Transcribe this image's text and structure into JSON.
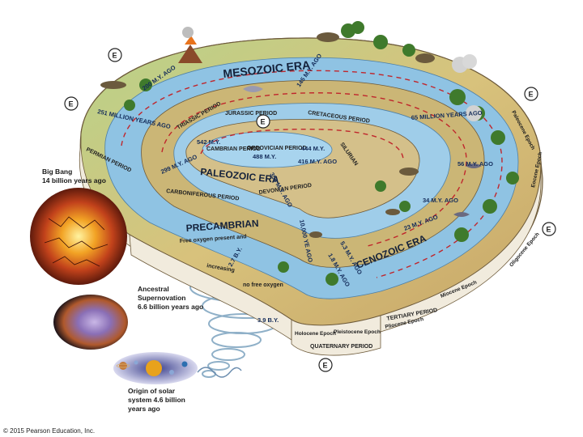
{
  "eras": {
    "mesozoic": "MESOZOIC ERA",
    "paleozoic": "PALEOZOIC ERA",
    "precambrian": "PRECAMBRIAN",
    "cenozoic": "CENOZOIC ERA"
  },
  "periods": {
    "jurassic": "JURASSIC PERIOD",
    "cretaceous": "CRETACEOUS PERIOD",
    "triassic": "TRIASSIC PERIOD",
    "permian": "PERMIAN PERIOD",
    "carboniferous": "CARBONIFEROUS PERIOD",
    "devonian": "DEVONIAN PERIOD",
    "silurian": "SILURIAN",
    "ordovician": "ORDOVICIAN PERIOD",
    "cambrian": "CAMBRIAN PERIOD",
    "tertiary": "TERTIARY PERIOD",
    "quaternary": "QUATERNARY PERIOD"
  },
  "epochs": {
    "paleocene": "Paleocene Epoch",
    "eocene": "Eocene Epoch",
    "oligocene": "Oligocene Epoch",
    "miocene": "Miocene Epoch",
    "pliocene": "Pliocene Epoch",
    "pleistocene": "Pleistocene Epoch",
    "holocene": "Holocene Epoch"
  },
  "ages": {
    "a200": "200 M.Y. AGO",
    "a145": "145 M.Y. AGO",
    "a251": "251 MILLION YEARS AGO",
    "a65": "65 MILLION YEARS AGO",
    "a56": "56 M.Y. AGO",
    "a34": "34 M.Y. AGO",
    "a23": "23 M.Y. AGO",
    "a5_3": "5.3 M.Y. AGO",
    "a1_8": "1.8 M.Y. AGO",
    "a10000": "10,000 YE AGO",
    "a299": "299 M.Y. AGO",
    "a359": "359 M.Y. AGO",
    "a416": "416 M.Y. AGO",
    "a444": "444 M.Y.",
    "a488": "488 M.Y.",
    "a542": "542 M.Y.",
    "a2_7": "2.7 B.Y.",
    "a3_9": "3.9 B.Y."
  },
  "precambrian_notes": {
    "free_oxygen_present": "Free oxygen present and",
    "no_free_oxygen": "no free oxygen",
    "increasing": "increasing"
  },
  "annotations": {
    "big_bang_1": "Big Bang",
    "big_bang_2": "14 billion years ago",
    "supernova_1": "Ancestral",
    "supernova_2": "Supernovation",
    "supernova_3": "6.6 billion years ago",
    "solar_1": "Origin of solar",
    "solar_2": "system 4.6 billion",
    "solar_3": "years ago"
  },
  "e_marker": "E",
  "credit": "© 2015 Pearson Education, Inc.",
  "colors": {
    "water": "#8fc3e3",
    "land": "#c9b06a",
    "band": "#f1ebdd",
    "arrow": "#c0262c",
    "sun": "#e8a21c",
    "space": "#0e0c22"
  }
}
